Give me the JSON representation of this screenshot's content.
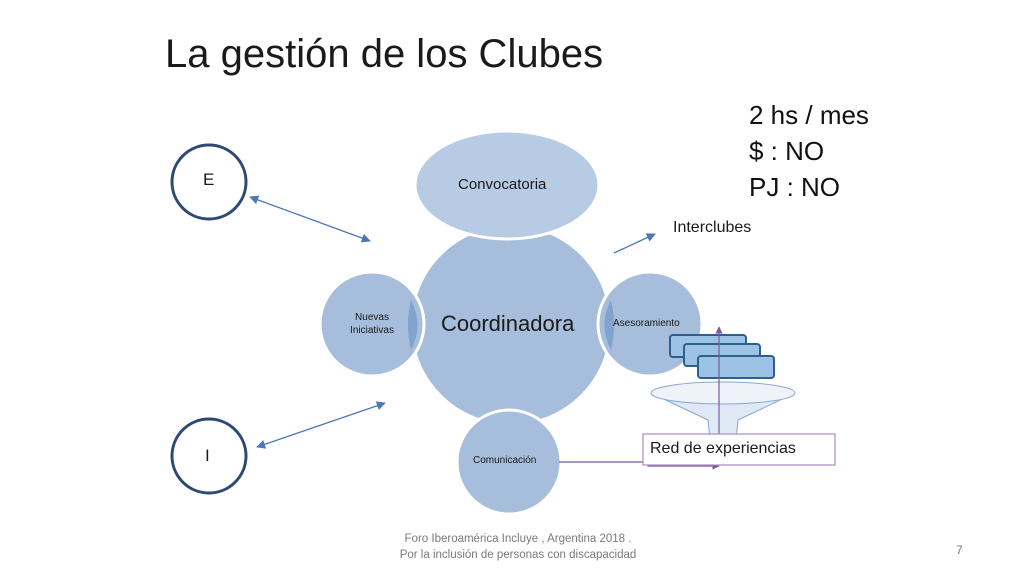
{
  "title": "La gestión de los Clubes",
  "info": {
    "line1": "2  hs / mes",
    "line2": "$ :  NO",
    "line3": "PJ : NO"
  },
  "diagram": {
    "center": "Coordinadora",
    "top": "Convocatoria",
    "left_line1": "Nuevas",
    "left_line2": "Iniciativas",
    "right": "Asesoramiento",
    "bottom": "Comunicación",
    "circle_e": "E",
    "circle_i": "I",
    "interclubes": "Interclubes",
    "red": "Red de experiencias"
  },
  "footer": {
    "line1": "Foro Iberoamérica Incluye , Argentina 2018 .",
    "line2": "Por la inclusión de personas con discapacidad"
  },
  "page_number": "7",
  "colors": {
    "circle_fill": "#a6bddb",
    "circle_stroke": "#ffffff",
    "ring_stroke": "#2e4a72",
    "arrow": "#4a78b5",
    "purple": "#7a5a9e",
    "card_fill": "#9cc3e6",
    "card_stroke": "#2e5f8f"
  }
}
